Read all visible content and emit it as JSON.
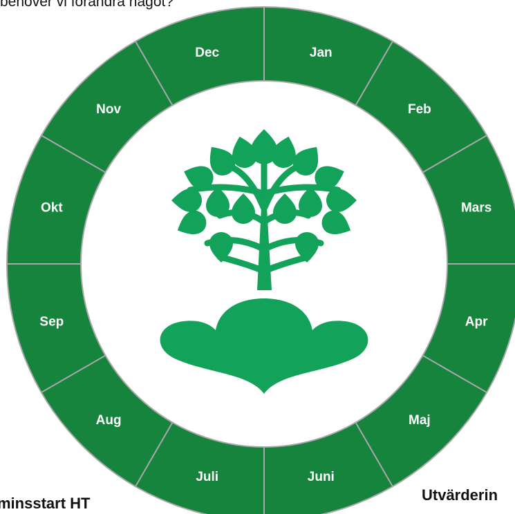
{
  "top_text": "behöver vi förändra något?",
  "bottom_left_text": "minsstart HT",
  "bottom_right_text": "Utvärderin",
  "months": [
    "Jan",
    "Feb",
    "Mars",
    "Apr",
    "Maj",
    "Juni",
    "Juli",
    "Aug",
    "Sep",
    "Okt",
    "Nov",
    "Dec"
  ],
  "colors": {
    "ring": "#17843e",
    "divider": "#a9a9a9",
    "tree": "#12a25a",
    "center": "#ffffff"
  },
  "center_icon": "tree-logo-icon"
}
